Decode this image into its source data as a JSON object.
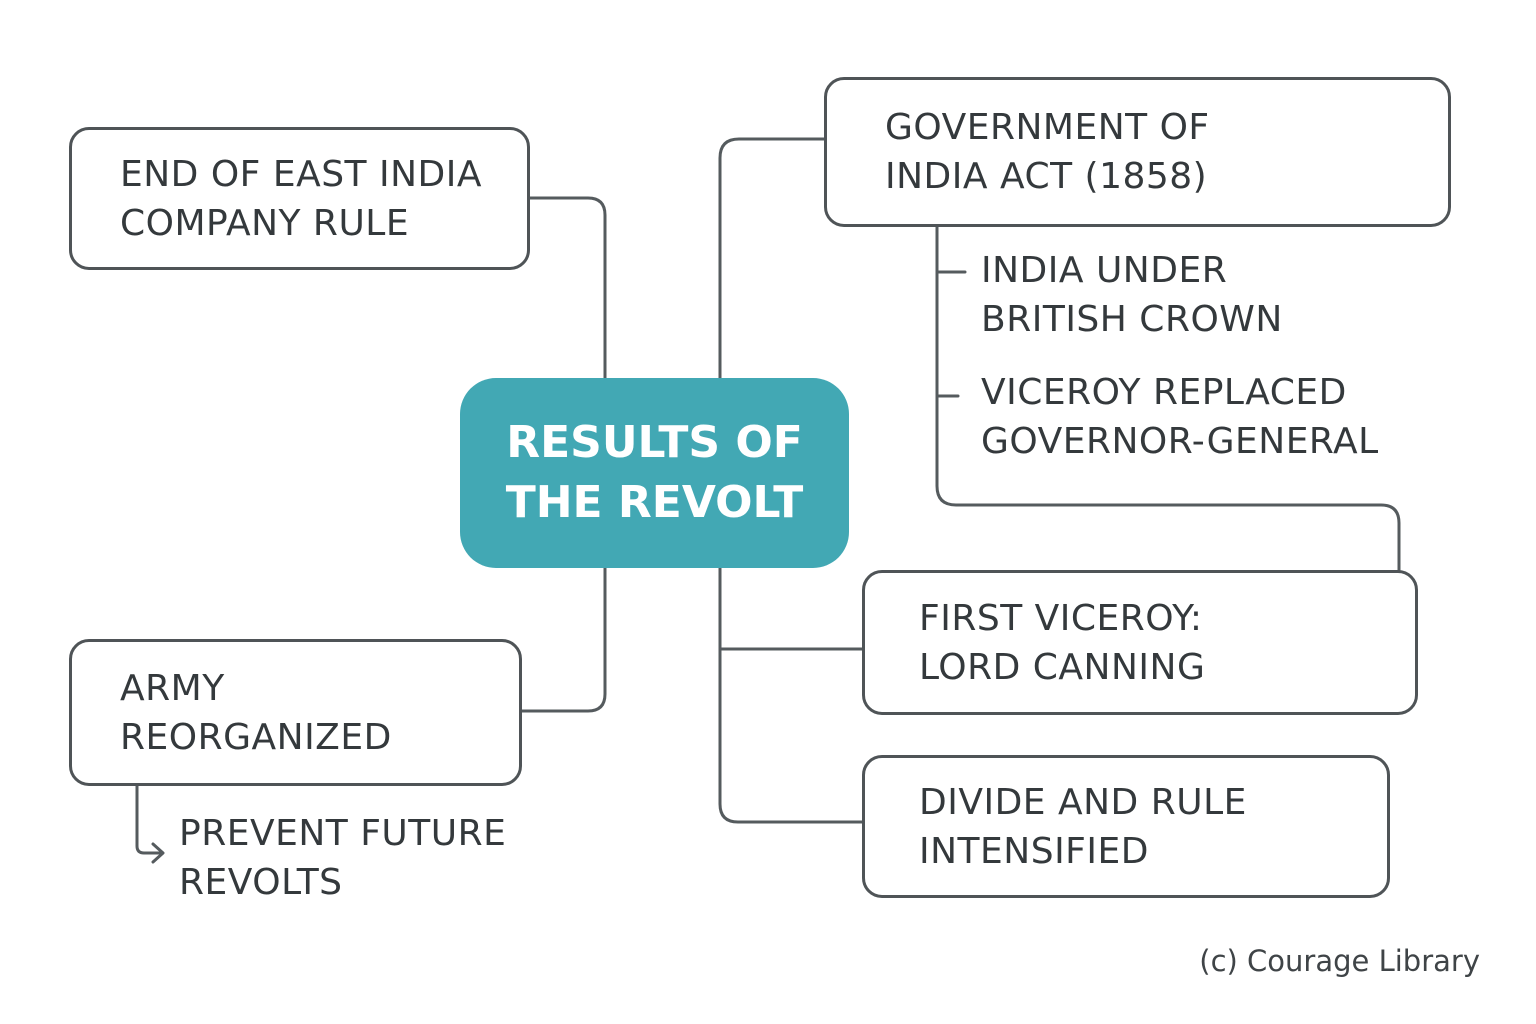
{
  "center": {
    "line1": "RESULTS OF",
    "line2": "THE REVOLT",
    "color": "#42a8b4"
  },
  "nodes": {
    "end_company_rule": {
      "line1": "END OF EAST INDIA",
      "line2": "COMPANY RULE"
    },
    "army_reorganized": {
      "line1": "ARMY",
      "line2": "REORGANIZED"
    },
    "prevent_revolts": {
      "line1": "PREVENT FUTURE",
      "line2": "REVOLTS"
    },
    "govt_india_act": {
      "line1": "GOVERNMENT OF",
      "line2": "INDIA ACT (1858)"
    },
    "british_crown": {
      "line1": "INDIA UNDER",
      "line2": "BRITISH CROWN"
    },
    "viceroy_replaced": {
      "line1": "VICEROY REPLACED",
      "line2": "GOVERNOR-GENERAL"
    },
    "first_viceroy": {
      "line1": "FIRST VICEROY:",
      "line2": "LORD CANNING"
    },
    "divide_rule": {
      "line1": "DIVIDE AND RULE",
      "line2": "INTENSIFIED"
    }
  },
  "credit": "(c) Courage Library"
}
